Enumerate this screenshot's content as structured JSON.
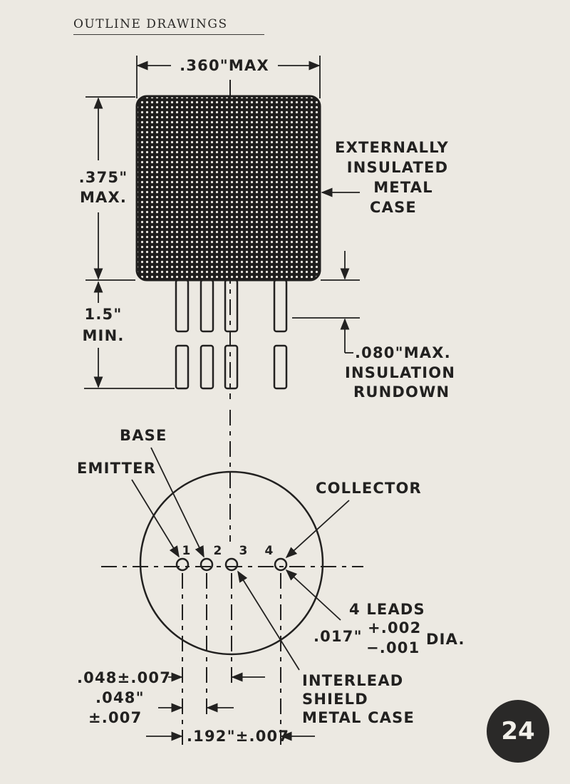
{
  "header": {
    "title": "OUTLINE DRAWINGS"
  },
  "dimensions": {
    "width_max": ".360\"MAX",
    "height_line1": ".375\"",
    "height_line2": "MAX.",
    "lead_len_line1": "1.5\"",
    "lead_len_line2": "MIN.",
    "rundown_line1": ".080\"MAX.",
    "rundown_line2": "INSULATION",
    "rundown_line3": "RUNDOWN",
    "lead_dia_line1": "4 LEADS",
    "lead_dia_main": ".017\"",
    "lead_dia_plus": "+.002",
    "lead_dia_minus": "−.001",
    "lead_dia_unit": "DIA.",
    "spacing_a": ".048±.007",
    "spacing_b_line1": ".048\"",
    "spacing_b_line2": "±.007",
    "spacing_c": ".192\"±.007"
  },
  "labels": {
    "case_line1": "EXTERNALLY",
    "case_line2": "INSULATED",
    "case_line3": "METAL",
    "case_line4": "CASE",
    "base": "BASE",
    "emitter": "EMITTER",
    "collector": "COLLECTOR",
    "shield_line1": "INTERLEAD",
    "shield_line2": "SHIELD",
    "shield_line3": "METAL CASE"
  },
  "pins": [
    "1",
    "2",
    "3",
    "4"
  ],
  "badge": {
    "page_number": "24"
  },
  "colors": {
    "paper": "#ece9e2",
    "ink": "#222120"
  }
}
